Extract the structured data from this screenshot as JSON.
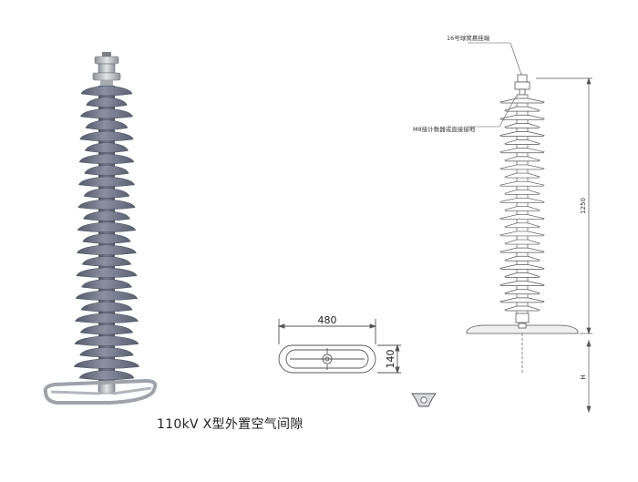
{
  "caption": "110kV X型外置空气间隙",
  "annotations": {
    "top_fitting": "16号球窝悬挂端",
    "ground_terminal": "M8接计数器或直接接地",
    "dim_total_height": "1250",
    "dim_gap": "H",
    "dim_ring_width": "480",
    "dim_ring_depth": "140"
  },
  "colors": {
    "insulator_grey": "#6d7486",
    "insulator_dark": "#4a5060",
    "line_art": "#555555",
    "ring_metal": "#c9ccd1"
  },
  "sheds": {
    "count": 26
  }
}
